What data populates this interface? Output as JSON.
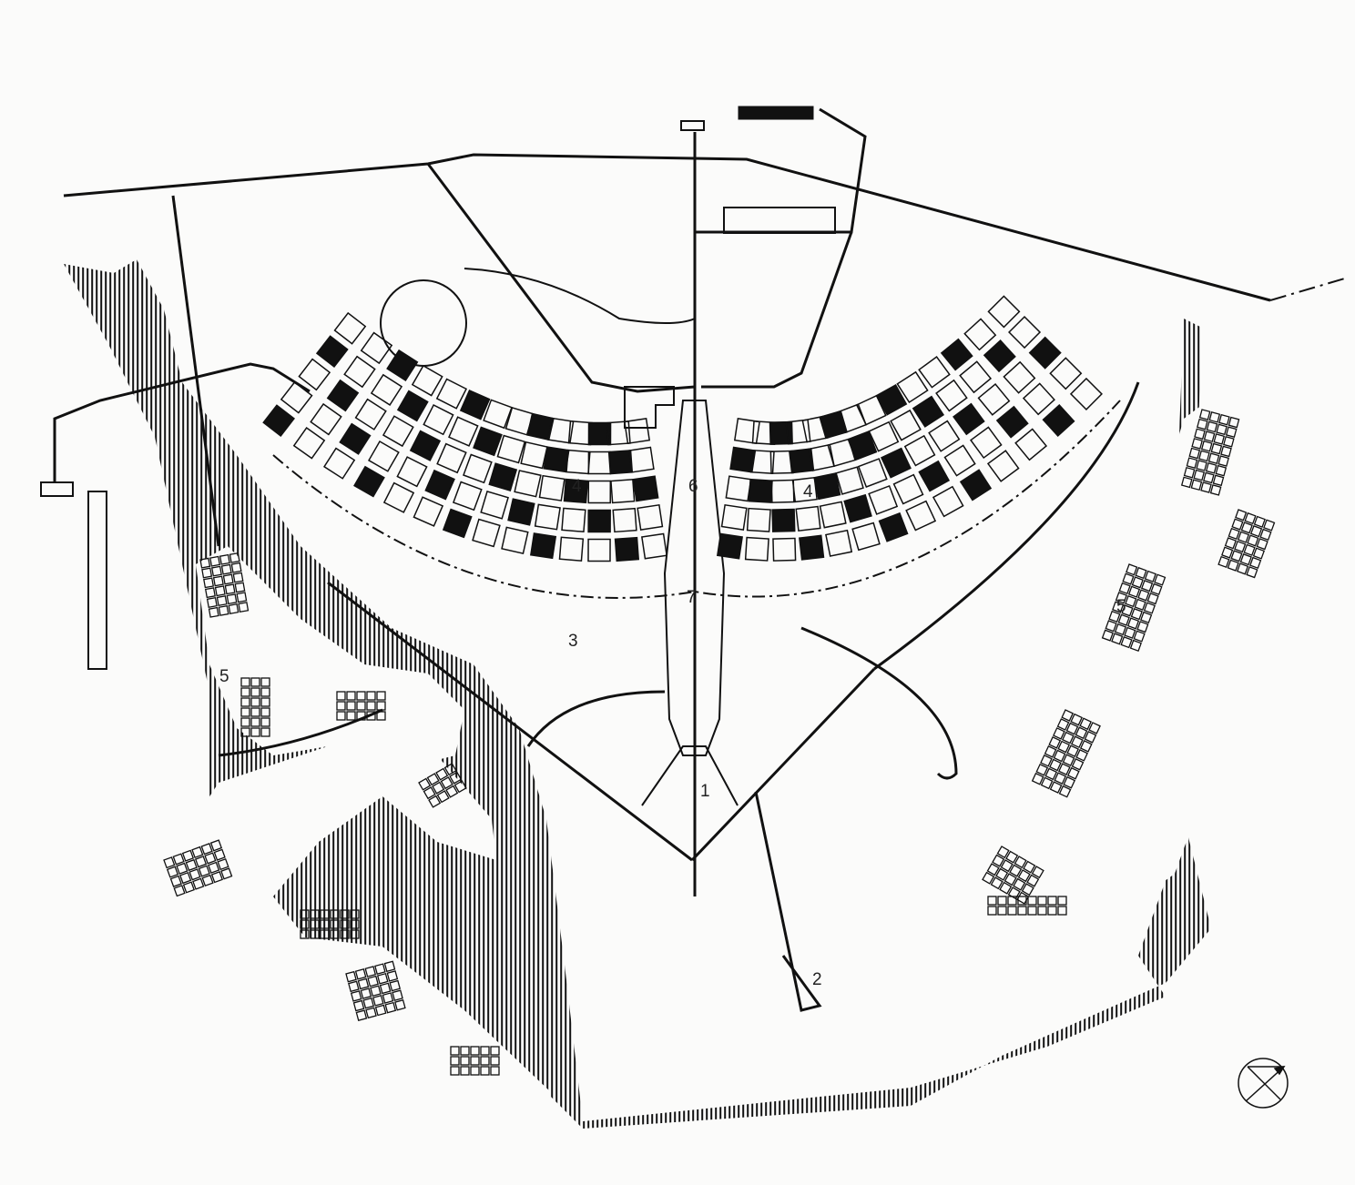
{
  "map": {
    "labels": {
      "zone_1": "1",
      "zone_2": "2",
      "zone_3": "3",
      "zone_4_west": "4",
      "zone_4_east": "4",
      "zone_5_west": "5",
      "zone_5_east": "5",
      "zone_6": "6",
      "zone_7": "7"
    },
    "north_arrow": "compass-north-arrow-icon",
    "colors": {
      "ink": "#111111",
      "paper": "#fbfbfa"
    }
  }
}
